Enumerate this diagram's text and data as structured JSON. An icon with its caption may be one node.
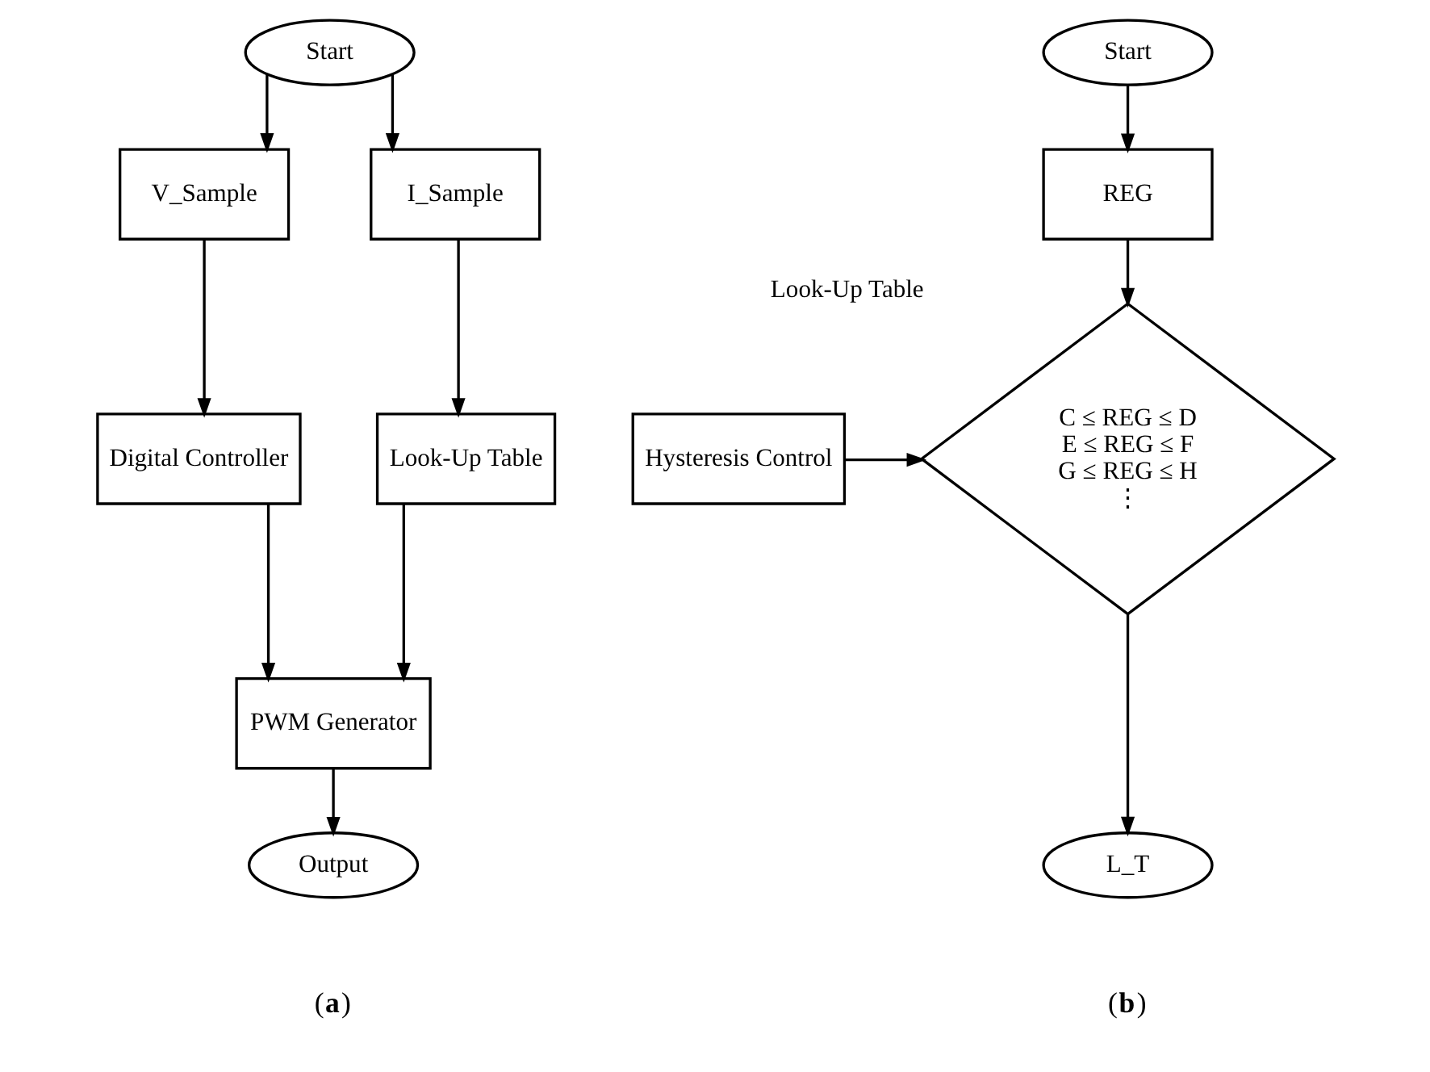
{
  "diagram": {
    "nodes": [
      {
        "text": [
          "Start"
        ]
      },
      {
        "text": [
          "V_Sample"
        ]
      },
      {
        "text": [
          "I_Sample"
        ]
      },
      {
        "text": [
          "Digital Controller"
        ]
      },
      {
        "text": [
          "Look-Up Table"
        ]
      },
      {
        "text": [
          "PWM Generator"
        ]
      },
      {
        "text": [
          "Output"
        ]
      },
      {
        "text": [
          "Start"
        ]
      },
      {
        "text": [
          "REG"
        ]
      },
      {
        "text": [
          "Look-Up Table",
          "C ≤ REG ≤ D",
          "E ≤ REG ≤ F",
          "G ≤ REG ≤ H",
          "⋮"
        ]
      },
      {
        "text": [
          "Hysteresis Control"
        ]
      },
      {
        "text": [
          "L_T"
        ]
      }
    ],
    "edges": [
      {
        "from": 0,
        "to": 1,
        "arrow": "to"
      },
      {
        "from": 0,
        "to": 2,
        "arrow": "to"
      },
      {
        "from": 1,
        "to": 3,
        "arrow": "to"
      },
      {
        "from": 2,
        "to": 4,
        "arrow": "to"
      },
      {
        "from": 3,
        "to": 5,
        "arrow": "to"
      },
      {
        "from": 4,
        "to": 5,
        "arrow": "to"
      },
      {
        "from": 5,
        "to": 6,
        "arrow": "to"
      },
      {
        "from": 7,
        "to": 8,
        "arrow": "to"
      },
      {
        "from": 8,
        "to": 9,
        "arrow": "to"
      },
      {
        "from": 10,
        "to": 9,
        "arrow": "to"
      },
      {
        "from": 9,
        "to": 11,
        "arrow": "to"
      }
    ],
    "labels": [
      "(**a**)",
      "(**b**)"
    ]
  }
}
